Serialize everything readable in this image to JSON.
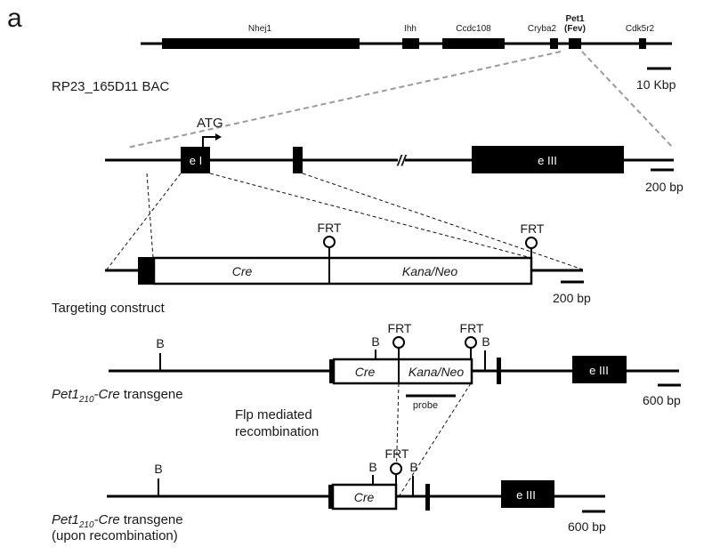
{
  "panel_label": "a",
  "genomic": {
    "genes": [
      "Nhej1",
      "Ihh",
      "Ccdc108",
      "Cryba2",
      "Pet1",
      "(Fev)",
      "Cdk5r2"
    ],
    "bac_label": "RP23_165D11 BAC",
    "scale": "10 Kbp"
  },
  "locus": {
    "atg": "ATG",
    "exon1": "e I",
    "exon3": "e III",
    "break_mark": "//",
    "scale": "200 bp"
  },
  "construct": {
    "frt": "FRT",
    "cre": "Cre",
    "kana_neo": "Kana/Neo",
    "scale": "200 bp",
    "caption": "Targeting construct"
  },
  "transgene": {
    "b": "B",
    "frt": "FRT",
    "cre": "Cre",
    "kana_neo": "Kana/Neo",
    "probe": "probe",
    "exon3": "e III",
    "scale": "600 bp",
    "caption_main": "Pet1",
    "caption_sub": "210",
    "caption_rest": "-Cre transgene"
  },
  "flp": {
    "line1": "Flp mediated",
    "line2": "recombination"
  },
  "recombined": {
    "b": "B",
    "frt": "FRT",
    "cre": "Cre",
    "exon3": "e III",
    "scale": "600 bp",
    "caption_main": "Pet1",
    "caption_sub": "210",
    "caption_rest": "-Cre transgene",
    "caption_line2": "(upon recombination)"
  }
}
